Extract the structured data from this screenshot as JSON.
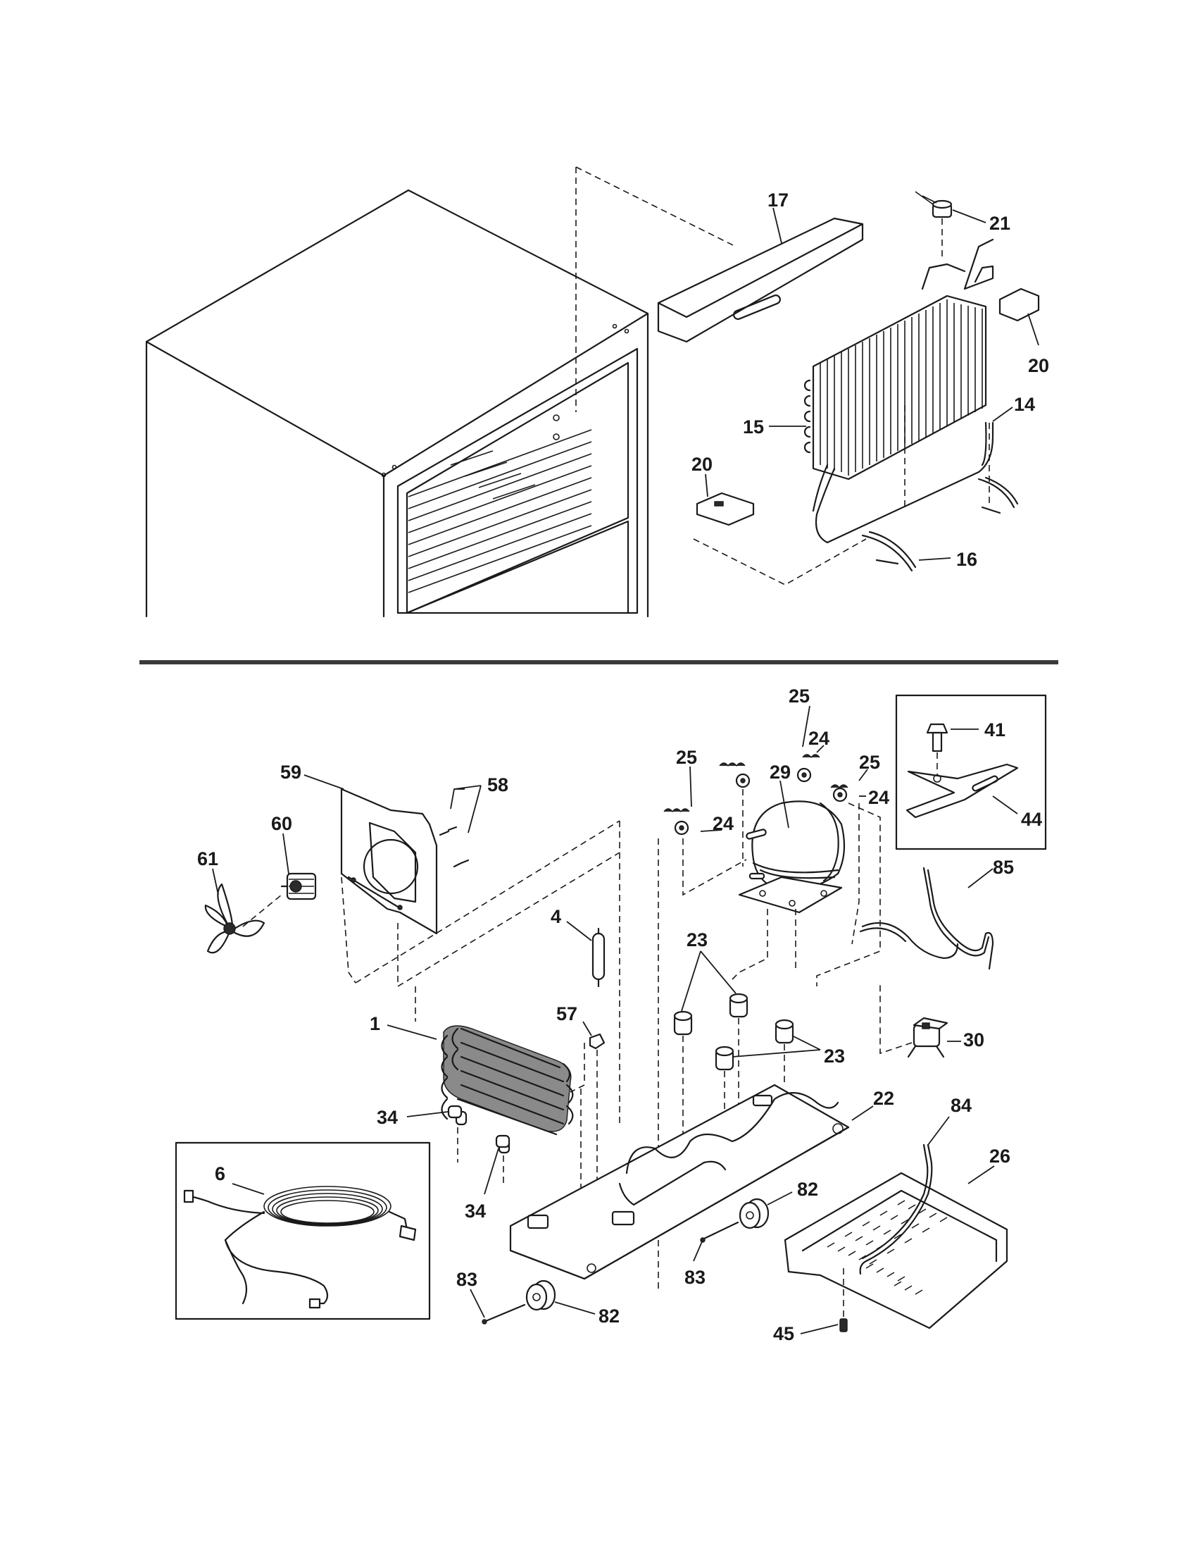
{
  "callouts": {
    "c17": "17",
    "c21": "21",
    "c20a": "20",
    "c14": "14",
    "c15": "15",
    "c20b": "20",
    "c16": "16",
    "c25a": "25",
    "c25b": "25",
    "c25c": "25",
    "c24a": "24",
    "c24b": "24",
    "c24c": "24",
    "c29": "29",
    "c41": "41",
    "c44": "44",
    "c59": "59",
    "c58": "58",
    "c60": "60",
    "c61": "61",
    "c4": "4",
    "c85": "85",
    "c23a": "23",
    "c23b": "23",
    "c57": "57",
    "c1": "1",
    "c30": "30",
    "c22": "22",
    "c34a": "34",
    "c34b": "34",
    "c84": "84",
    "c26": "26",
    "c6": "6",
    "c82a": "82",
    "c82b": "82",
    "c83a": "83",
    "c83b": "83",
    "c45": "45"
  }
}
